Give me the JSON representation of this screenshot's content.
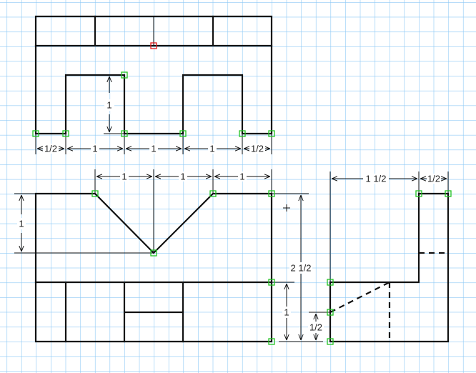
{
  "colors": {
    "grid": "#8cc8f5",
    "lines": "#111111",
    "snap_point": "#22c322",
    "selected_point": "#e21b1b"
  },
  "top_view": {
    "dims": [
      "1",
      "1/2",
      "1",
      "1",
      "1",
      "1/2"
    ]
  },
  "front_view": {
    "dims": [
      "1",
      "1",
      "1",
      "1",
      "2 1/2",
      "1",
      "1/2"
    ]
  },
  "side_view": {
    "dims": [
      "1 1/2",
      "1/2"
    ]
  }
}
